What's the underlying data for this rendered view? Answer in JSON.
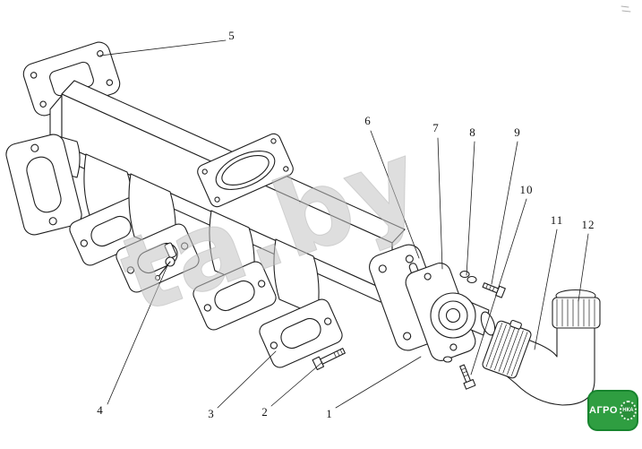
{
  "diagram": {
    "watermark": "ta.by",
    "callouts": [
      "1",
      "2",
      "3",
      "4",
      "5",
      "6",
      "7",
      "8",
      "9",
      "10",
      "11",
      "12"
    ],
    "logo": {
      "primary": "АГРО",
      "secondary": "НКА"
    },
    "colors": {
      "line": "#1f1f1f",
      "watermark_gray": "#c2c2c2",
      "logo_green": "#2f9e41"
    }
  }
}
